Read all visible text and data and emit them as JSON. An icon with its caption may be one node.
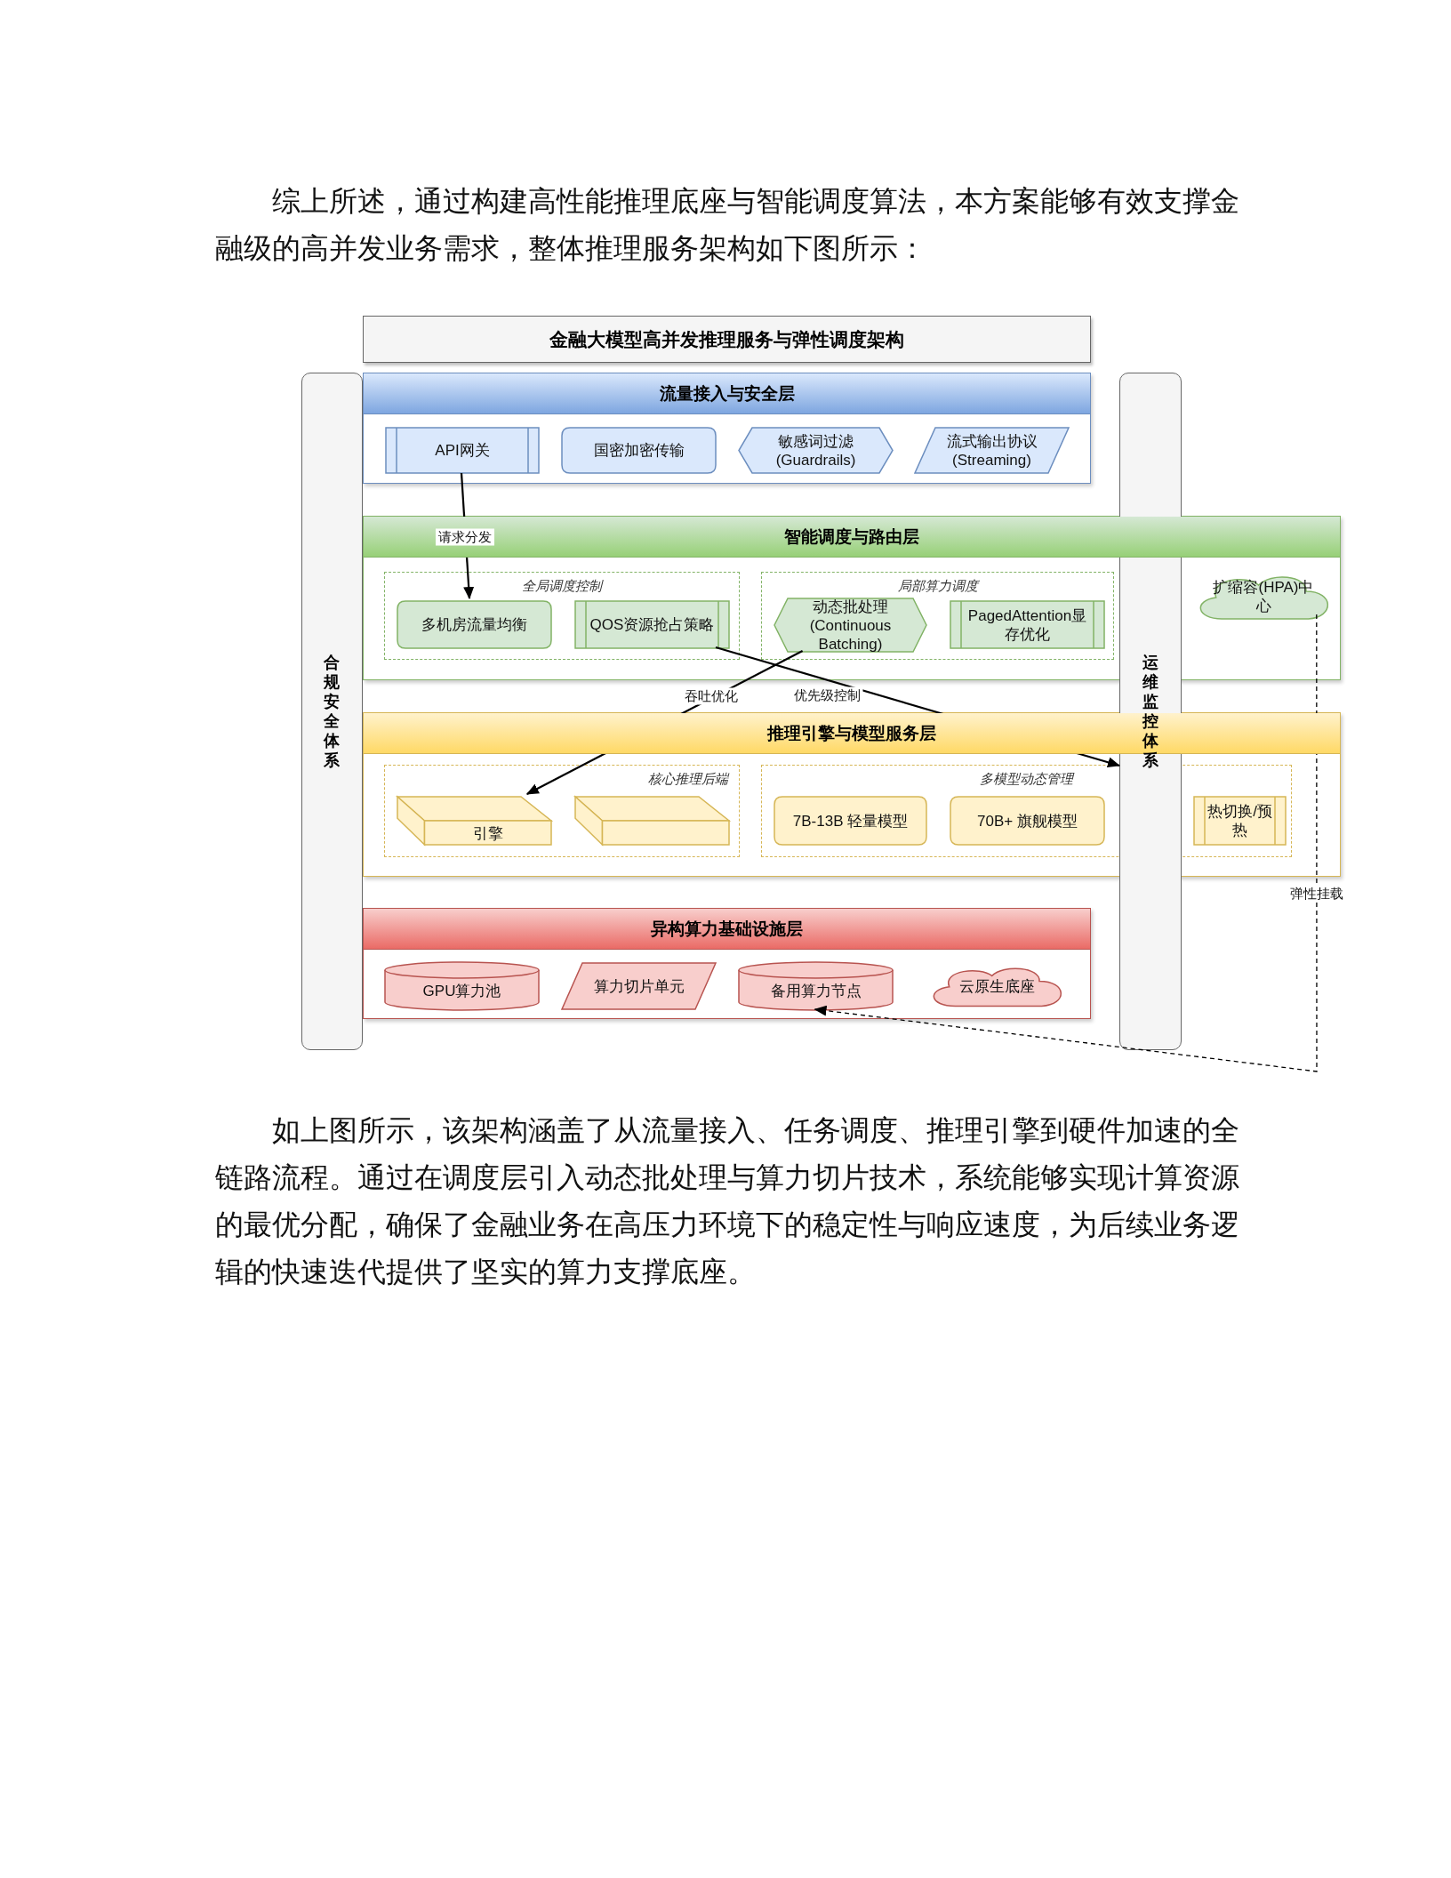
{
  "diagram": {
    "nodes": [
      {
        "text": [
          "金融大模型高并发推理服务与弹性调度架构"
        ]
      },
      {
        "text": [
          "合规安全体系"
        ]
      },
      {
        "text": [
          "运维监控体系"
        ]
      },
      {
        "text": [
          "流量接入与安全层"
        ]
      },
      {
        "text": [
          "API网关"
        ],
        "in": 3
      },
      {
        "text": [
          "国密加密传输"
        ],
        "in": 3
      },
      {
        "text": [
          "敏感词过滤(Guardrails)"
        ],
        "in": 3
      },
      {
        "text": [
          "流式输出协议(Streaming)"
        ],
        "in": 3
      },
      {
        "text": [
          "智能调度与路由层"
        ]
      },
      {
        "text": [
          "全局调度控制"
        ],
        "in": 8
      },
      {
        "text": [
          "多机房流量均衡"
        ],
        "in": 9
      },
      {
        "text": [
          "QOS资源抢占策略"
        ],
        "in": 9
      },
      {
        "text": [
          "局部算力调度"
        ],
        "in": 8
      },
      {
        "text": [
          "动态批处理(Continuous Batching)"
        ],
        "in": 12
      },
      {
        "text": [
          "PagedAttention显存优化"
        ],
        "in": 12
      },
      {
        "text": [
          "扩缩容(HPA)中心"
        ],
        "in": 8
      },
      {
        "text": [
          "推理引擎与模型服务层"
        ]
      },
      {
        "text": [
          "核心推理后端"
        ],
        "in": 16
      },
      {
        "text": [
          "引擎"
        ],
        "in": 17
      },
      {
        "text": [],
        "shape": "box",
        "in": 17
      },
      {
        "text": [
          "多模型动态管理"
        ],
        "in": 16
      },
      {
        "text": [
          "7B-13B 轻量模型"
        ],
        "in": 20
      },
      {
        "text": [
          "70B+ 旗舰模型"
        ],
        "in": 20
      },
      {
        "text": [
          "热切换/预热"
        ],
        "in": 20
      },
      {
        "text": [
          "异构算力基础设施层"
        ]
      },
      {
        "text": [
          "GPU算力池"
        ],
        "in": 24
      },
      {
        "text": [
          "算力切片单元"
        ],
        "in": 24
      },
      {
        "text": [
          "备用算力节点"
        ],
        "in": 24
      },
      {
        "text": [
          "云原生底座"
        ],
        "in": 24
      }
    ],
    "edges": [
      {
        "from": 4,
        "to": 10,
        "arrow": "to",
        "label": "请求分发"
      },
      {
        "from": 11,
        "to": 2,
        "arrow": "to",
        "label": "优先级控制"
      },
      {
        "from": 13,
        "to": 18,
        "arrow": "to",
        "label": "吞吐优化"
      },
      {
        "from": 15,
        "to": 27,
        "arrow": "to",
        "label": "弹性挂载",
        "style": "dashed"
      }
    ],
    "labels": [
      "综上所述，通过构建高性能推理底座与智能调度算法，本方案能够有效支撑金融级的高并发业务需求，整体推理服务架构如下图所示：",
      "如上图所示，该架构涵盖了从流量接入、任务调度、推理引擎到硬件加速的全链路流程。通过在调度层引入动态批处理与算力切片技术，系统能够实现计算资源的最优分配，确保了金融业务在高压力环境下的稳定性与响应速度，为后续业务逻辑的快速迭代提供了坚实的算力支撑底座。"
    ]
  }
}
